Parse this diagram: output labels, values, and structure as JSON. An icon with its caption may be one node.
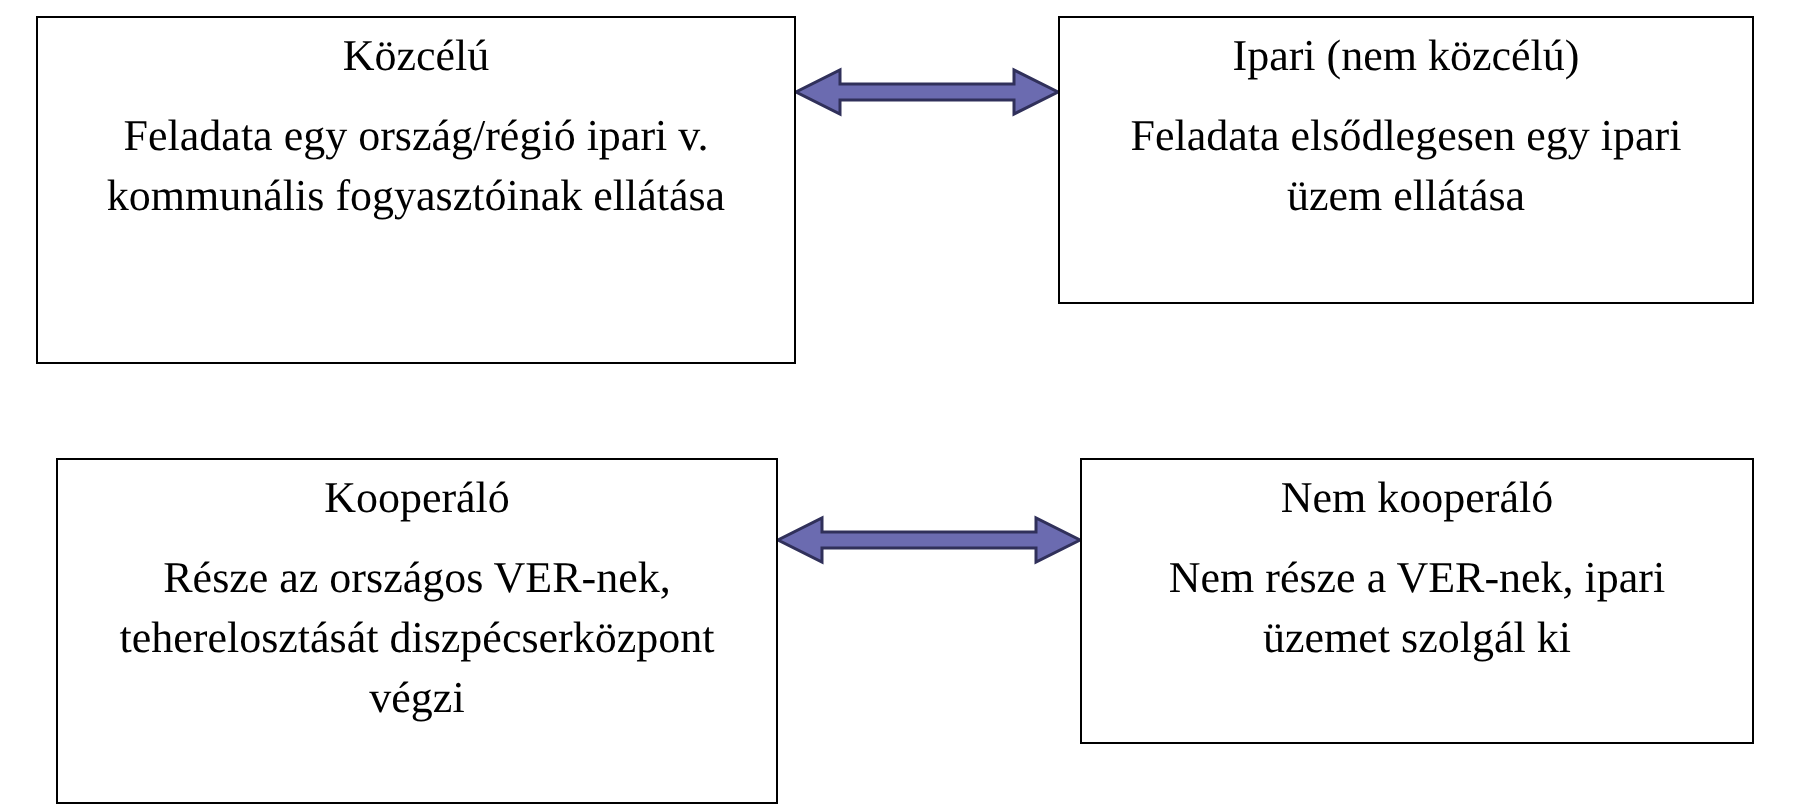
{
  "diagram": {
    "nodes": [
      {
        "text": [
          "Közcélú",
          "Feladata egy ország/régió ipari v. kommunális fogyasztóinak ellátása"
        ]
      },
      {
        "text": [
          "Ipari (nem közcélú)",
          "Feladata elsődlegesen egy ipari üzem ellátása"
        ]
      },
      {
        "text": [
          "Kooperáló",
          "Része az országos VER-nek, teherelosztását diszpécserközpont végzi"
        ]
      },
      {
        "text": [
          "Nem kooperáló",
          "Nem része a VER-nek, ipari üzemet szolgál ki"
        ]
      }
    ],
    "edges": [
      {
        "from": 0,
        "to": 1,
        "arrow": "both"
      },
      {
        "from": 2,
        "to": 3,
        "arrow": "both"
      }
    ]
  }
}
